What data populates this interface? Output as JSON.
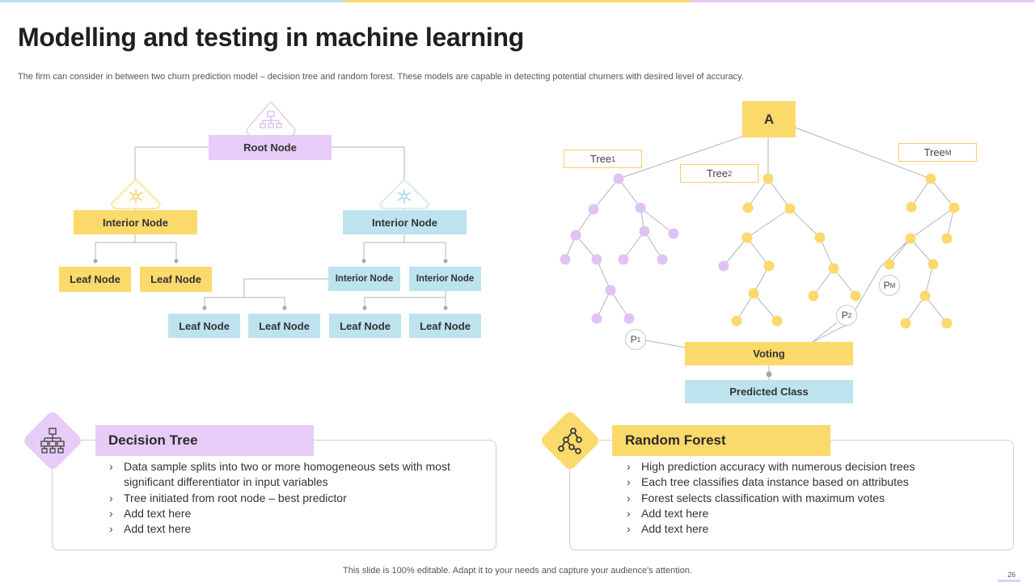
{
  "title": "Modelling and testing in machine learning",
  "subtitle": "The firm can consider in between  two churn prediction model – decision tree and random forest. These models are capable in detecting potential churners with desired level of accuracy.",
  "colors": {
    "purple": "#e6ccf7",
    "yellow": "#fcd96b",
    "blue": "#bde3ef",
    "tree_purple_node": "#e1c2f5",
    "tree_yellow_node": "#fcd96b"
  },
  "decision_tree_diagram": {
    "root": "Root Node",
    "interior_left": "Interior Node",
    "interior_right": "Interior Node",
    "leaf_1": "Leaf Node",
    "leaf_2": "Leaf Node",
    "interior_sub_1": "Interior Node",
    "interior_sub_2": "Interior Node",
    "leaf_3": "Leaf Node",
    "leaf_4": "Leaf Node",
    "leaf_5": "Leaf Node",
    "leaf_6": "Leaf Node",
    "icons": [
      "hierarchy-icon",
      "snowflake-icon",
      "snowflake-icon"
    ]
  },
  "random_forest_diagram": {
    "top": "A",
    "tree1": {
      "base": "Tree",
      "sub": "1"
    },
    "tree2": {
      "base": "Tree",
      "sub": "2"
    },
    "treeM": {
      "base": "Tree",
      "sub": "M"
    },
    "p1": {
      "base": "P",
      "sub": "1"
    },
    "p2": {
      "base": "P",
      "sub": "2"
    },
    "pM": {
      "base": "P",
      "sub": "M"
    },
    "voting": "Voting",
    "predicted": "Predicted Class"
  },
  "decision_tree_panel": {
    "title": "Decision Tree",
    "icon": "hierarchy-icon",
    "bullets": [
      "Data sample splits into two or more  homogeneous sets with most significant differentiator in input variables",
      "Tree initiated from root node – best predictor",
      "Add text here",
      "Add text here"
    ]
  },
  "random_forest_panel": {
    "title": "Random Forest",
    "icon": "tree-graph-icon",
    "bullets": [
      "High prediction accuracy with numerous decision trees",
      "Each tree classifies data instance based on attributes",
      "Forest selects classification with maximum  votes",
      "Add text here",
      "Add text here"
    ]
  },
  "footer": "This slide is 100% editable. Adapt it to your needs and capture your audience's attention.",
  "page_number": "26"
}
